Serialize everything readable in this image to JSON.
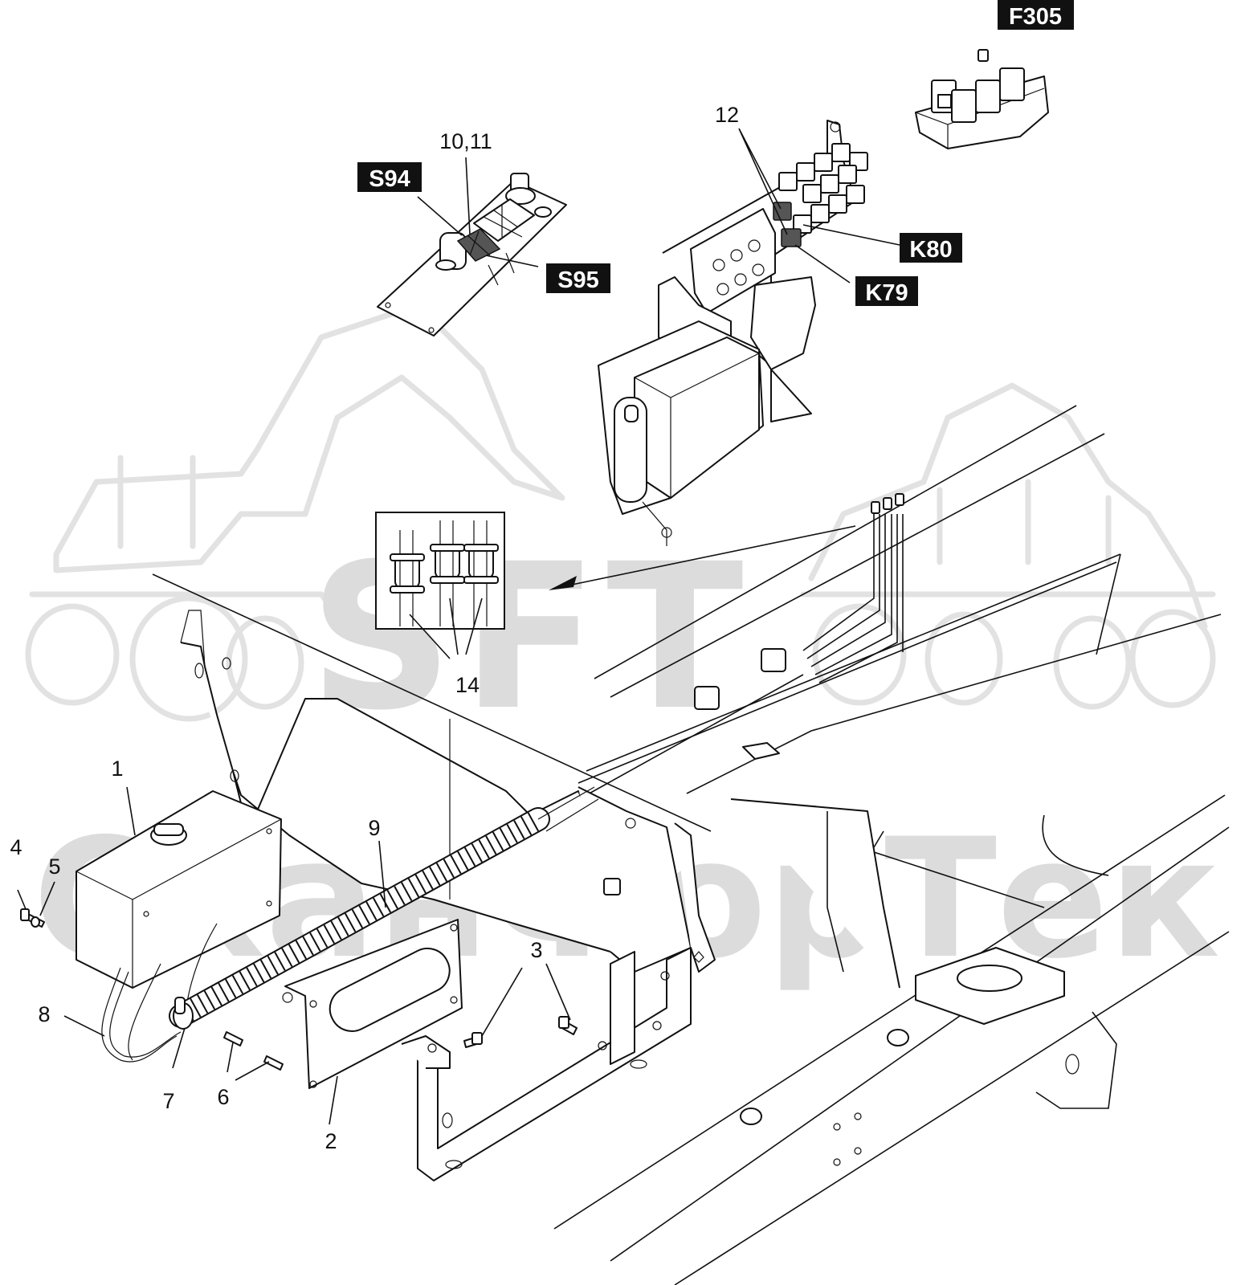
{
  "watermark": {
    "logo": "SFT",
    "company": "СканФорТек",
    "color": "#dcdcdc"
  },
  "tags": {
    "F305": "F305",
    "S94": "S94",
    "S95": "S95",
    "K80": "K80",
    "K79": "K79"
  },
  "callouts": {
    "c1": "1",
    "c2": "2",
    "c3": "3",
    "c4": "4",
    "c5": "5",
    "c6": "6",
    "c7": "7",
    "c8": "8",
    "c9": "9",
    "c10_11": "10,11",
    "c12": "12",
    "c14": "14"
  },
  "colors": {
    "line": "#111111",
    "tag_background": "#111111",
    "tag_text": "#ffffff",
    "highlight_part": "#555555"
  }
}
